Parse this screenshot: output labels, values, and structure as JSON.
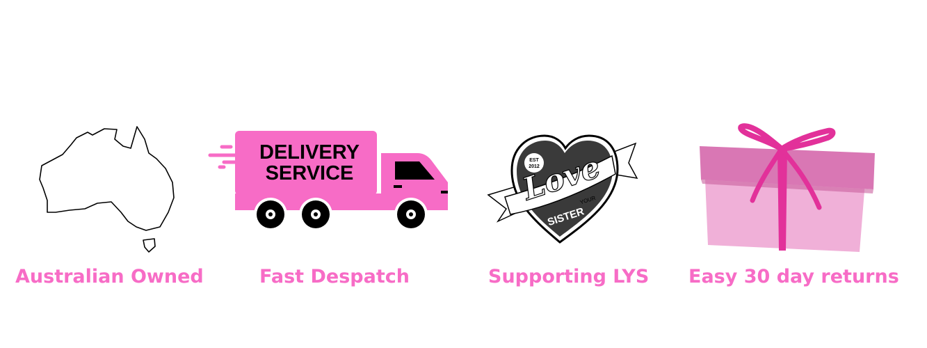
{
  "features": [
    {
      "icon": "australia-map-icon",
      "caption": "Australian Owned"
    },
    {
      "icon": "delivery-truck-icon",
      "caption": "Fast Despatch",
      "truck_text": [
        "DELIVERY",
        "SERVICE"
      ]
    },
    {
      "icon": "love-your-sister-logo",
      "caption": "Supporting LYS",
      "logo_text": {
        "est": "EST",
        "year": "2012",
        "love": "Love",
        "your": "YOUR",
        "sister": "SISTER"
      }
    },
    {
      "icon": "gift-box-icon",
      "caption": "Easy 30 day returns"
    }
  ],
  "colors": {
    "caption": "#f76cc6",
    "truck": "#f76cc6",
    "gift_ribbon": "#e2319a",
    "gift_lid": "#d977b4",
    "gift_box": "#f0b0d8"
  }
}
